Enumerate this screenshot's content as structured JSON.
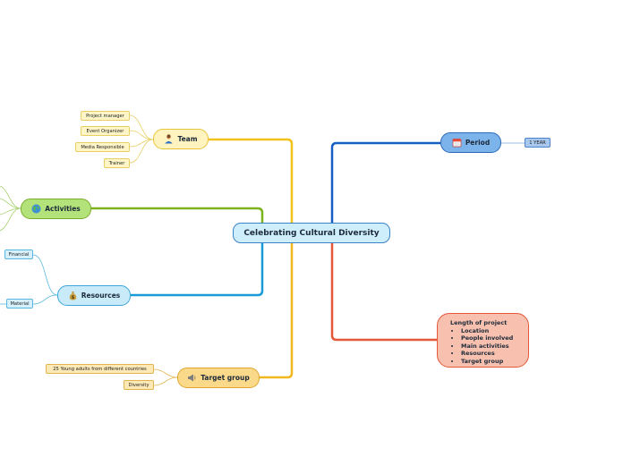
{
  "root": {
    "label": "Celebrating Cultural Diversity"
  },
  "branches": {
    "team": {
      "label": "Team",
      "icon": "person-icon",
      "children": [
        "Project manager",
        "Event Organizer",
        "Media Responsible",
        "Trainer"
      ]
    },
    "activities": {
      "label": "Activities",
      "icon": "globe-icon"
    },
    "resources": {
      "label": "Resources",
      "icon": "money-bag-icon",
      "children": [
        "Financial",
        "Material"
      ]
    },
    "target_group": {
      "label": "Target group",
      "icon": "megaphone-icon",
      "children": [
        "25 Young adults from different countries",
        "Diversity"
      ]
    },
    "period": {
      "label": "Period",
      "icon": "calendar-icon",
      "children": [
        "1 YEAR"
      ]
    },
    "note": {
      "title": "Length of project",
      "items": [
        "Location",
        "People involved",
        "Main activities",
        "Resources",
        "Target group"
      ]
    }
  },
  "colors": {
    "team": "#f2c21b",
    "activities": "#7cb31c",
    "resources": "#1a9bd7",
    "target_group": "#f2b820",
    "period": "#1560c2",
    "note": "#e5593a"
  }
}
